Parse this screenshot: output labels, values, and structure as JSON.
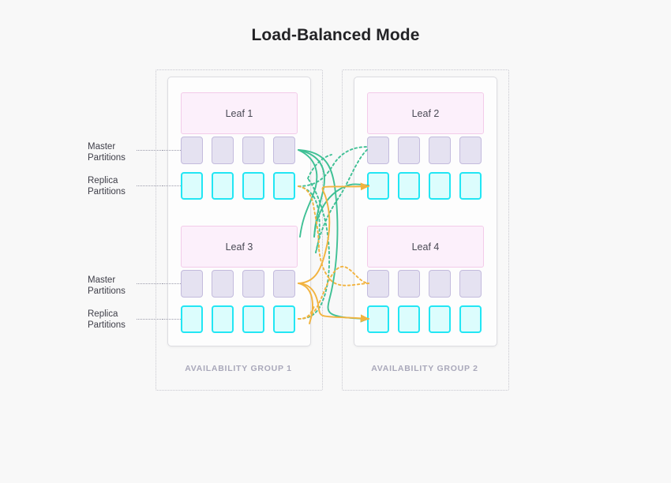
{
  "title": "Load-Balanced Mode",
  "background_color": "#f8f8f8",
  "availability_groups": [
    {
      "caption": "AVAILABILITY GROUP 1"
    },
    {
      "caption": "AVAILABILITY GROUP 2"
    }
  ],
  "leaves": [
    {
      "label": "Leaf 1"
    },
    {
      "label": "Leaf 2"
    },
    {
      "label": "Leaf 3"
    },
    {
      "label": "Leaf 4"
    }
  ],
  "partition_labels": [
    {
      "line1": "Master",
      "line2": "Partitions"
    },
    {
      "line1": "Replica",
      "line2": "Partitions"
    },
    {
      "line1": "Master",
      "line2": "Partitions"
    },
    {
      "line1": "Replica",
      "line2": "Partitions"
    }
  ],
  "partition_counts": {
    "master_per_leaf": 4,
    "replica_per_leaf": 4
  },
  "colors": {
    "master_fill": "#e5e2f1",
    "master_border": "#c3bbdd",
    "replica_fill": "#dcfdfd",
    "replica_border": "#22e6f4",
    "leaf_fill": "#fcf0fb",
    "leaf_border": "#f3cbe9",
    "card_bg": "#fdfdfd",
    "card_border": "#dcdce1",
    "group_border": "#c7c7cf",
    "caption_text": "#a9a8ba",
    "title_text": "#232326",
    "connector_green": "#3fc095",
    "connector_orange": "#f2b33f"
  },
  "connectors": {
    "green_label": "replication-flow-green",
    "orange_label": "replication-flow-orange"
  }
}
